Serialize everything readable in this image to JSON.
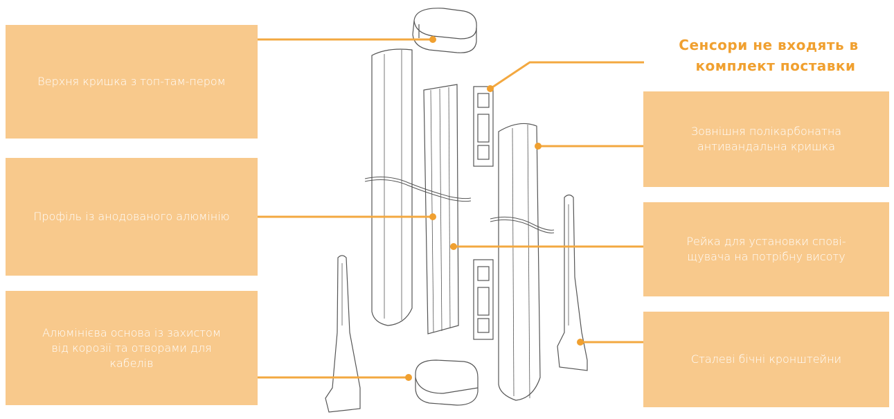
{
  "labels": {
    "top_cover": "Верхня кришка з топ-там-пером",
    "profile": "Профіль із анодованого алюмінію",
    "base": "Алюмінієва основа із захистом від корозії та отворами для кабелів",
    "outer_cover": "Зовнішня полікарбонатна антивандальна кришка",
    "rail": "Рейка для установки спові-щувача на потрібну висоту",
    "brackets": "Сталеві бічні кронштейни"
  },
  "callout": {
    "line1": "Сенсори не входять в",
    "line2": "комплект поставки"
  },
  "colors": {
    "box": "#f8c98c",
    "accent": "#f0a030",
    "box_text": "#ffffff"
  }
}
